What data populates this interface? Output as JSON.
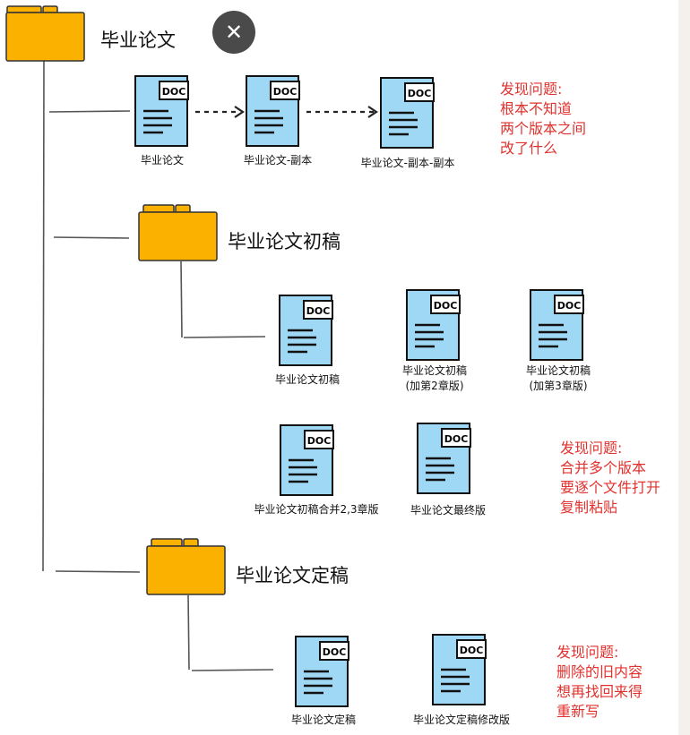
{
  "folders": [
    {
      "label": "毕业论文"
    },
    {
      "label": "毕业论文初稿"
    },
    {
      "label": "毕业论文定稿"
    }
  ],
  "docs": [
    {
      "tag": "DOC",
      "label1": "毕业论文",
      "label2": ""
    },
    {
      "tag": "DOC",
      "label1": "毕业论文-副本",
      "label2": ""
    },
    {
      "tag": "DOC",
      "label1": "毕业论文-副本-副本",
      "label2": ""
    },
    {
      "tag": "DOC",
      "label1": "毕业论文初稿",
      "label2": ""
    },
    {
      "tag": "DOC",
      "label1": "毕业论文初稿",
      "label2": "(加第2章版)"
    },
    {
      "tag": "DOC",
      "label1": "毕业论文初稿",
      "label2": "(加第3章版)"
    },
    {
      "tag": "DOC",
      "label1": "毕业论文初稿合并2,3章版",
      "label2": ""
    },
    {
      "tag": "DOC",
      "label1": "毕业论文最终版",
      "label2": ""
    },
    {
      "tag": "DOC",
      "label1": "毕业论文定稿",
      "label2": ""
    },
    {
      "tag": "DOC",
      "label1": "毕业论文定稿修改版",
      "label2": ""
    }
  ],
  "notes": [
    {
      "lines": [
        "发现问题:",
        "根本不知道",
        "两个版本之间",
        "改了什么"
      ]
    },
    {
      "lines": [
        "发现问题:",
        "合并多个版本",
        "要逐个文件打开",
        "复制粘贴"
      ]
    },
    {
      "lines": [
        "发现问题:",
        "删除的旧内容",
        "想再找回来得",
        "重新写"
      ]
    }
  ],
  "close_button": {
    "icon": "close-icon",
    "glyph": "✕"
  },
  "colors": {
    "folder": "#fbb100",
    "doc": "#9fd8f5",
    "note": "#e0322e",
    "line": "#555555",
    "close_bg": "#4a4a4a"
  }
}
